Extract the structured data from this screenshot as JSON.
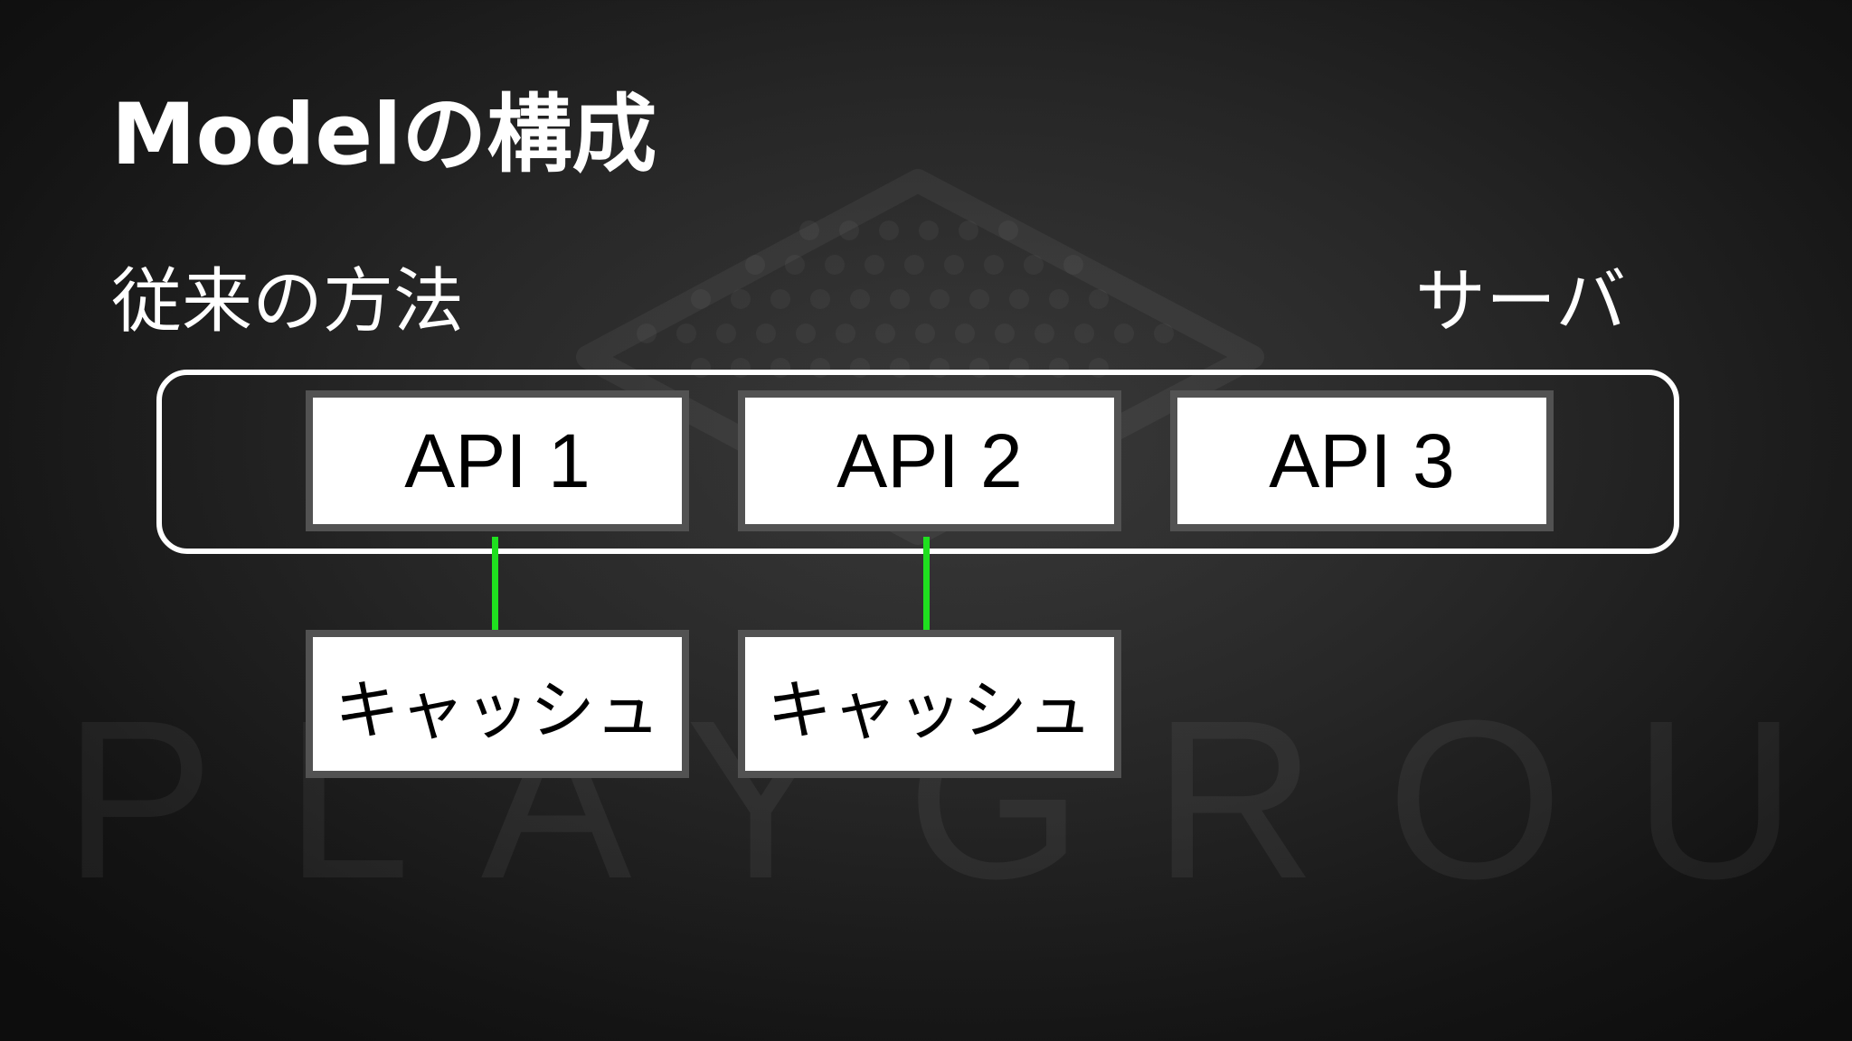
{
  "slide": {
    "title": "Modelの構成",
    "legacy_label": "従来の方法",
    "server_label": "サーバ",
    "watermark": "PLAYGROUND"
  },
  "diagram": {
    "apis": [
      {
        "label": "API 1"
      },
      {
        "label": "API 2"
      },
      {
        "label": "API 3"
      }
    ],
    "caches": [
      {
        "label": "キャッシュ",
        "connected_to": "API 1"
      },
      {
        "label": "キャッシュ",
        "connected_to": "API 2"
      }
    ],
    "colors": {
      "background": "#1e1e1e",
      "box_fill": "#ffffff",
      "box_border": "#525252",
      "server_frame": "#ffffff",
      "connector": "#1fe01f"
    }
  }
}
